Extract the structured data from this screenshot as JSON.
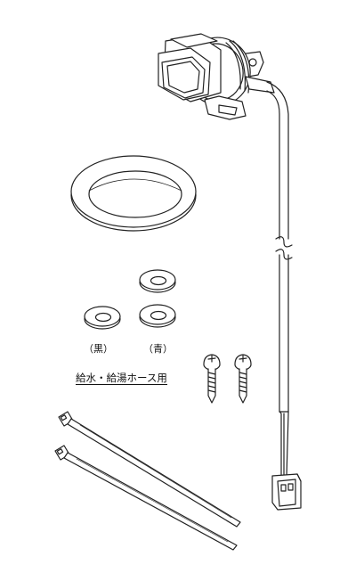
{
  "labels": {
    "black_washer": "（黒）",
    "blue_washer": "（青）",
    "hose_use": "給水・給湯ホース用"
  },
  "colors": {
    "line": "#222222",
    "fill": "#ffffff"
  }
}
